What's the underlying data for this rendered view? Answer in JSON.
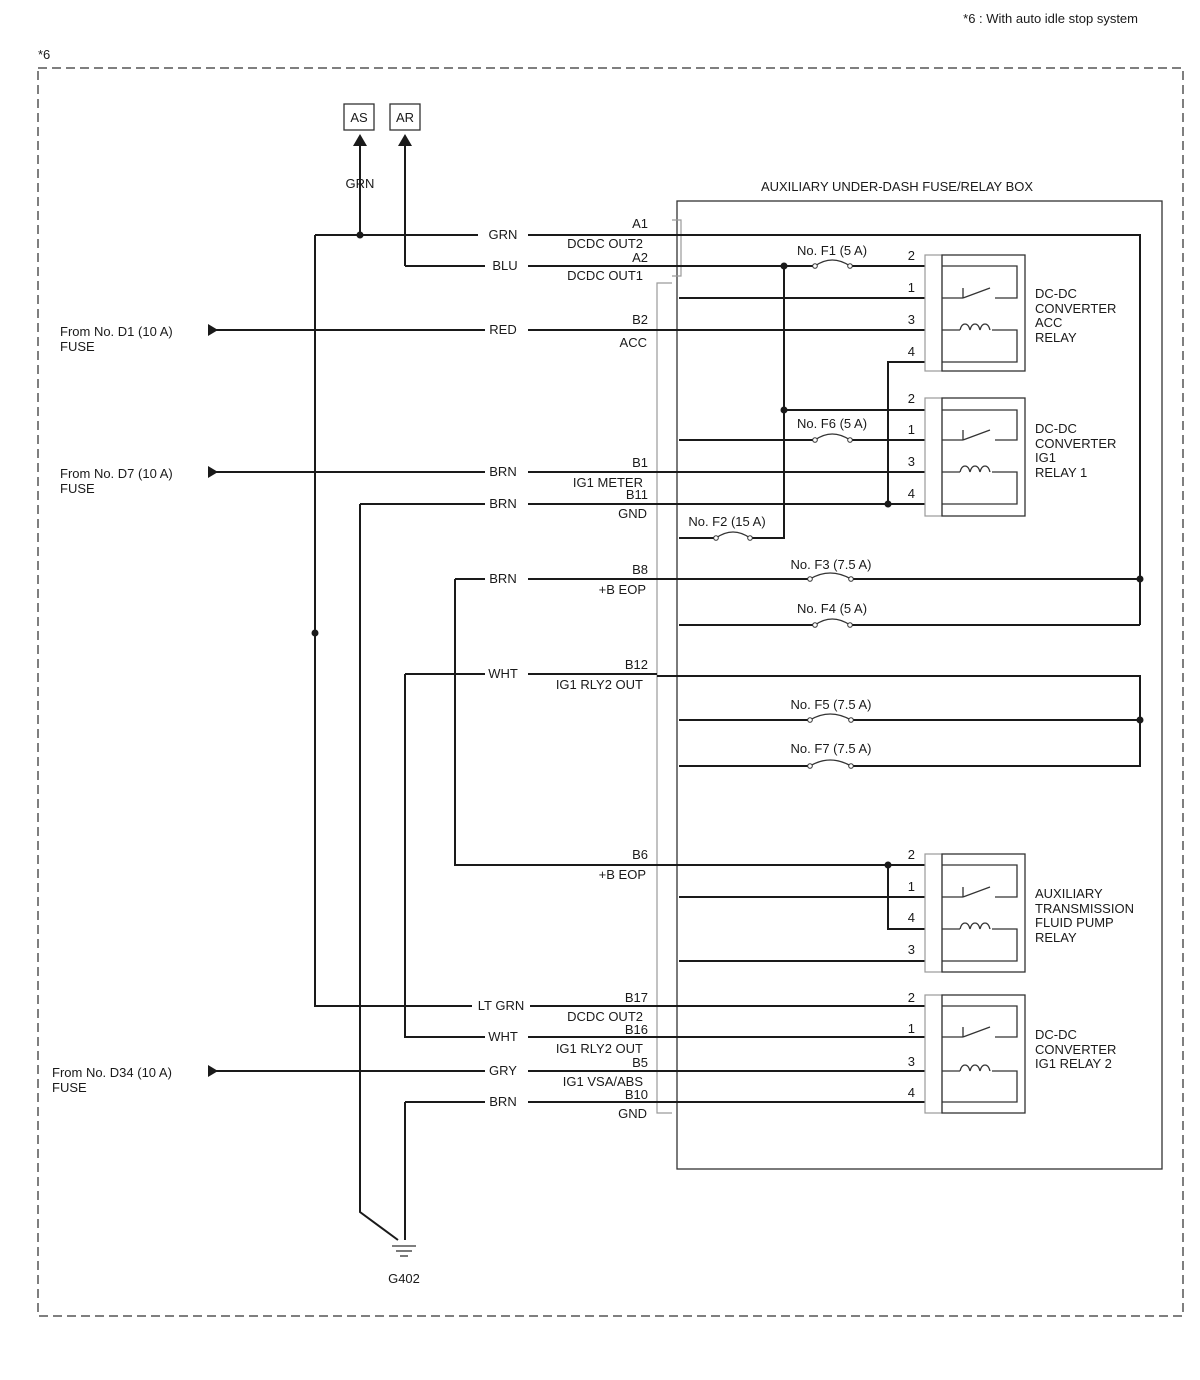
{
  "note": "*6 : With auto idle stop system",
  "frame_label": "*6",
  "box_title": "AUXILIARY UNDER-DASH FUSE/RELAY BOX",
  "ground": "G402",
  "outputs": [
    {
      "id": "AS",
      "label": "AS"
    },
    {
      "id": "AR",
      "label": "AR"
    }
  ],
  "output_wire_color": "GRN",
  "sources": [
    {
      "line1": "From No. D1 (10 A)",
      "line2": "FUSE"
    },
    {
      "line1": "From No. D7 (10 A)",
      "line2": "FUSE"
    },
    {
      "line1": "From No. D34 (10 A)",
      "line2": "FUSE"
    }
  ],
  "terminals": [
    {
      "wire": "GRN",
      "pin": "A1",
      "name": "DCDC OUT2"
    },
    {
      "wire": "BLU",
      "pin": "A2",
      "name": "DCDC OUT1"
    },
    {
      "wire": "RED",
      "pin": "B2",
      "name": "ACC"
    },
    {
      "wire": "BRN",
      "pin": "B1",
      "name": "IG1 METER"
    },
    {
      "wire": "BRN",
      "pin": "B11",
      "name": "GND"
    },
    {
      "wire": "BRN",
      "pin": "B8",
      "name": "+B EOP"
    },
    {
      "wire": "WHT",
      "pin": "B12",
      "name": "IG1 RLY2 OUT"
    },
    {
      "wire": "",
      "pin": "B6",
      "name": "+B EOP"
    },
    {
      "wire": "LT GRN",
      "pin": "B17",
      "name": "DCDC OUT2"
    },
    {
      "wire": "WHT",
      "pin": "B16",
      "name": "IG1 RLY2 OUT"
    },
    {
      "wire": "GRY",
      "pin": "B5",
      "name": "IG1 VSA/ABS"
    },
    {
      "wire": "BRN",
      "pin": "B10",
      "name": "GND"
    }
  ],
  "fuses": [
    {
      "label": "No. F1 (5 A)"
    },
    {
      "label": "No. F6 (5 A)"
    },
    {
      "label": "No. F2 (15 A)"
    },
    {
      "label": "No. F3 (7.5 A)"
    },
    {
      "label": "No. F4 (5 A)"
    },
    {
      "label": "No. F5 (7.5 A)"
    },
    {
      "label": "No. F7 (7.5 A)"
    }
  ],
  "relays": [
    {
      "lines": [
        "DC-DC",
        "CONVERTER",
        "ACC",
        "RELAY"
      ],
      "pins": [
        "2",
        "1",
        "3",
        "4"
      ]
    },
    {
      "lines": [
        "DC-DC",
        "CONVERTER",
        "IG1",
        "RELAY 1"
      ],
      "pins": [
        "2",
        "1",
        "3",
        "4"
      ]
    },
    {
      "lines": [
        "AUXILIARY",
        "TRANSMISSION",
        "FLUID PUMP",
        "RELAY"
      ],
      "pins": [
        "2",
        "1",
        "4",
        "3"
      ]
    },
    {
      "lines": [
        "DC-DC",
        "CONVERTER",
        "IG1 RELAY 2"
      ],
      "pins": [
        "2",
        "1",
        "3",
        "4"
      ]
    }
  ]
}
